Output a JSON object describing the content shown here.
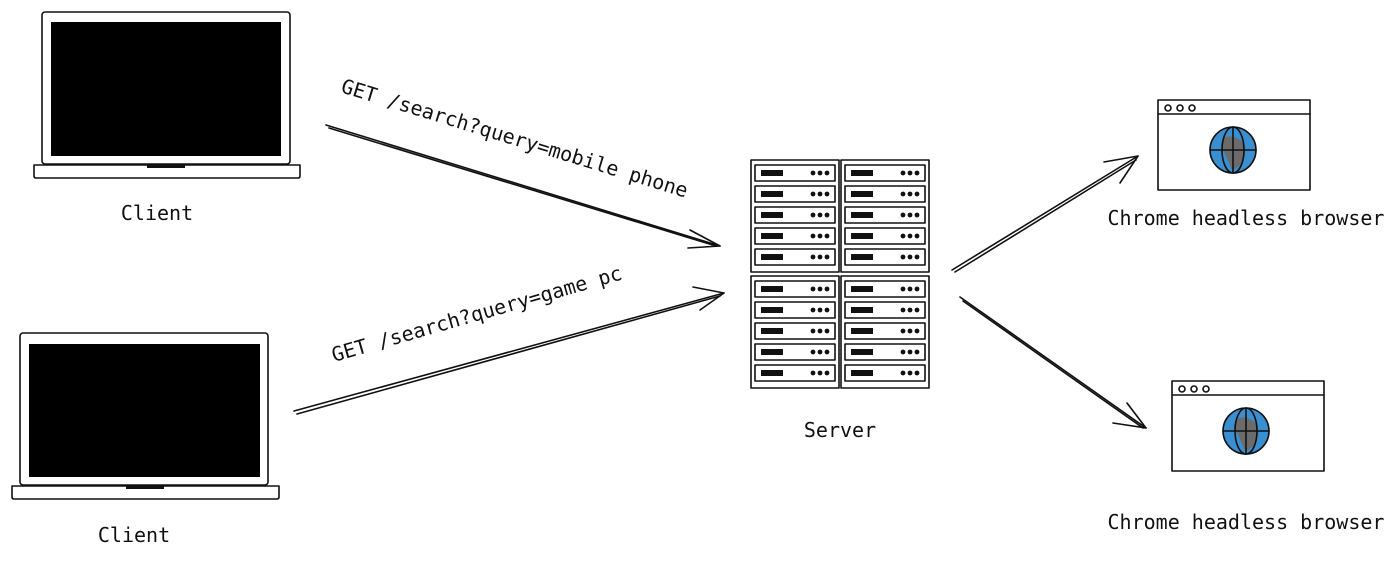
{
  "nodes": {
    "client_top": {
      "label": "Client"
    },
    "client_bottom": {
      "label": "Client"
    },
    "server": {
      "label": "Server"
    },
    "browser_top": {
      "label": "Chrome headless browser"
    },
    "browser_bottom": {
      "label": "Chrome headless browser"
    }
  },
  "edges": {
    "request_top": {
      "label": "GET /search?query=mobile phone"
    },
    "request_bottom": {
      "label": "GET /search?query=game pc"
    }
  },
  "colors": {
    "ink": "#111111",
    "screen": "#000000",
    "globe": "#3a8fd0",
    "land": "#6b6b6b"
  },
  "icons": {
    "client": "laptop-icon",
    "server": "server-rack-icon",
    "browser": "browser-window-icon",
    "globe": "globe-icon"
  }
}
